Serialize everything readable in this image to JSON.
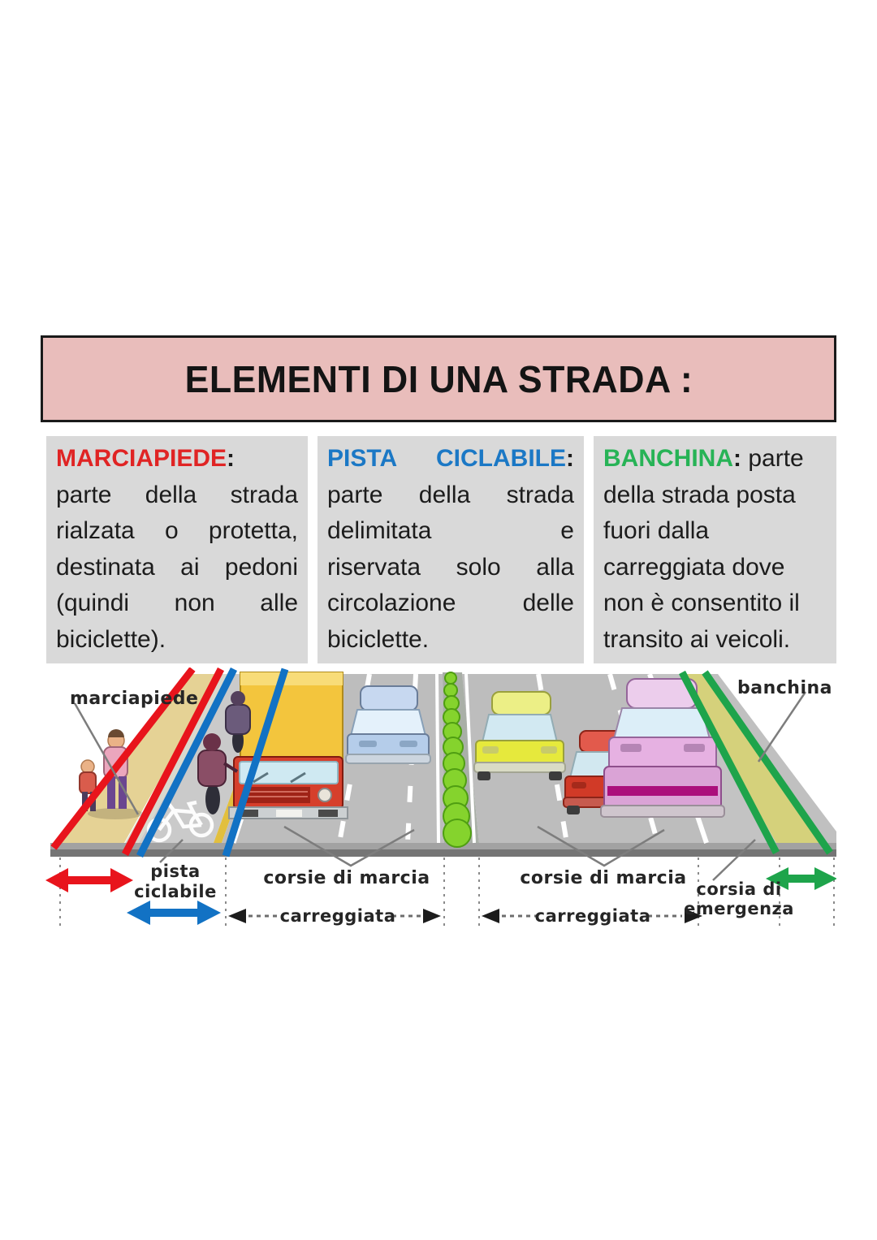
{
  "page": {
    "background": "#ffffff"
  },
  "title": {
    "text": "ELEMENTI DI UNA STRADA :",
    "background": "#e9bdbb",
    "border_color": "#1a1a1a",
    "text_color": "#141414"
  },
  "definitions": [
    {
      "term": "MARCIAPIEDE",
      "term_color": "#e02424",
      "colon": ":",
      "body": "\nparte della strada\nrialzata o protetta,\ndestinata ai pedoni\n(quindi non alle\nbiciclette).",
      "background": "#d9d9d9"
    },
    {
      "term": "PISTA CICLABILE",
      "term_color": "#1b78c5",
      "colon": ":",
      "body": "\nparte della strada\ndelimitata e\nriservata solo alla\ncircolazione delle\nbiciclette.",
      "background": "#d9d9d9"
    },
    {
      "term": "BANCHINA",
      "term_color": "#27b356",
      "colon": ":",
      "body": " parte\ndella strada posta\nfuori dalla\ncarreggiata dove\nnon è consentito il\ntransito ai veicoli.",
      "background": "#d9d9d9"
    }
  ],
  "diagram": {
    "labels": {
      "marciapiede": "marciapiede",
      "banchina": "banchina",
      "pista_line1": "pista",
      "pista_line2": "ciclabile",
      "corsie_left": "corsie di marcia",
      "corsie_right": "corsie di marcia",
      "carreggiata_left": "carreggiata",
      "carreggiata_right": "carreggiata",
      "emergenza_line1": "corsia di",
      "emergenza_line2": "emergenza"
    },
    "colors": {
      "marciapiede_boundary": "#e8141c",
      "pista_boundary": "#1272c4",
      "banchina_boundary": "#1ea44b",
      "sidewalk": "#e5d295",
      "banchina_strip": "#d5d17b",
      "road": "#bdbdbd",
      "median_green": "#85d32d"
    }
  }
}
